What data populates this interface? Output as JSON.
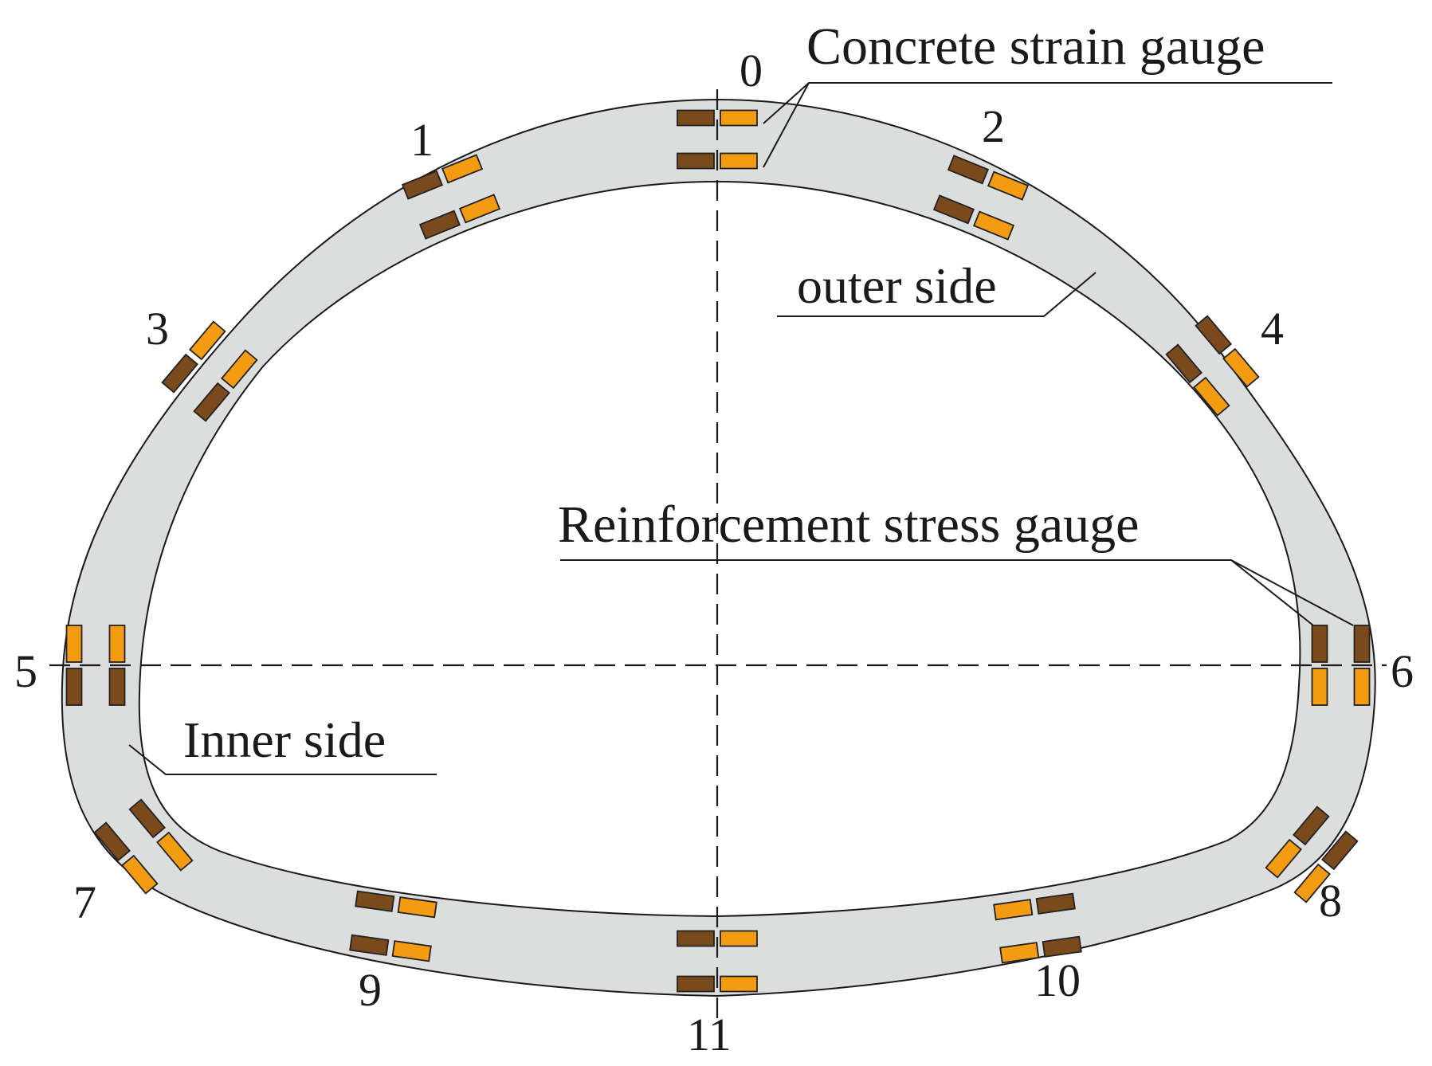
{
  "labels": {
    "concrete_strain_gauge": "Concrete strain gauge",
    "reinforcement_stress_gauge": "Reinforcement stress gauge",
    "outer_side": "outer side",
    "inner_side": "Inner side"
  },
  "points": [
    "0",
    "1",
    "2",
    "3",
    "4",
    "5",
    "6",
    "7",
    "8",
    "9",
    "10",
    "11"
  ],
  "colors": {
    "lining_fill": "#dcdddd",
    "concrete_gauge": "#f39c12",
    "reinforcement_gauge": "#7b4a1c",
    "line": "#1a1a1a"
  }
}
